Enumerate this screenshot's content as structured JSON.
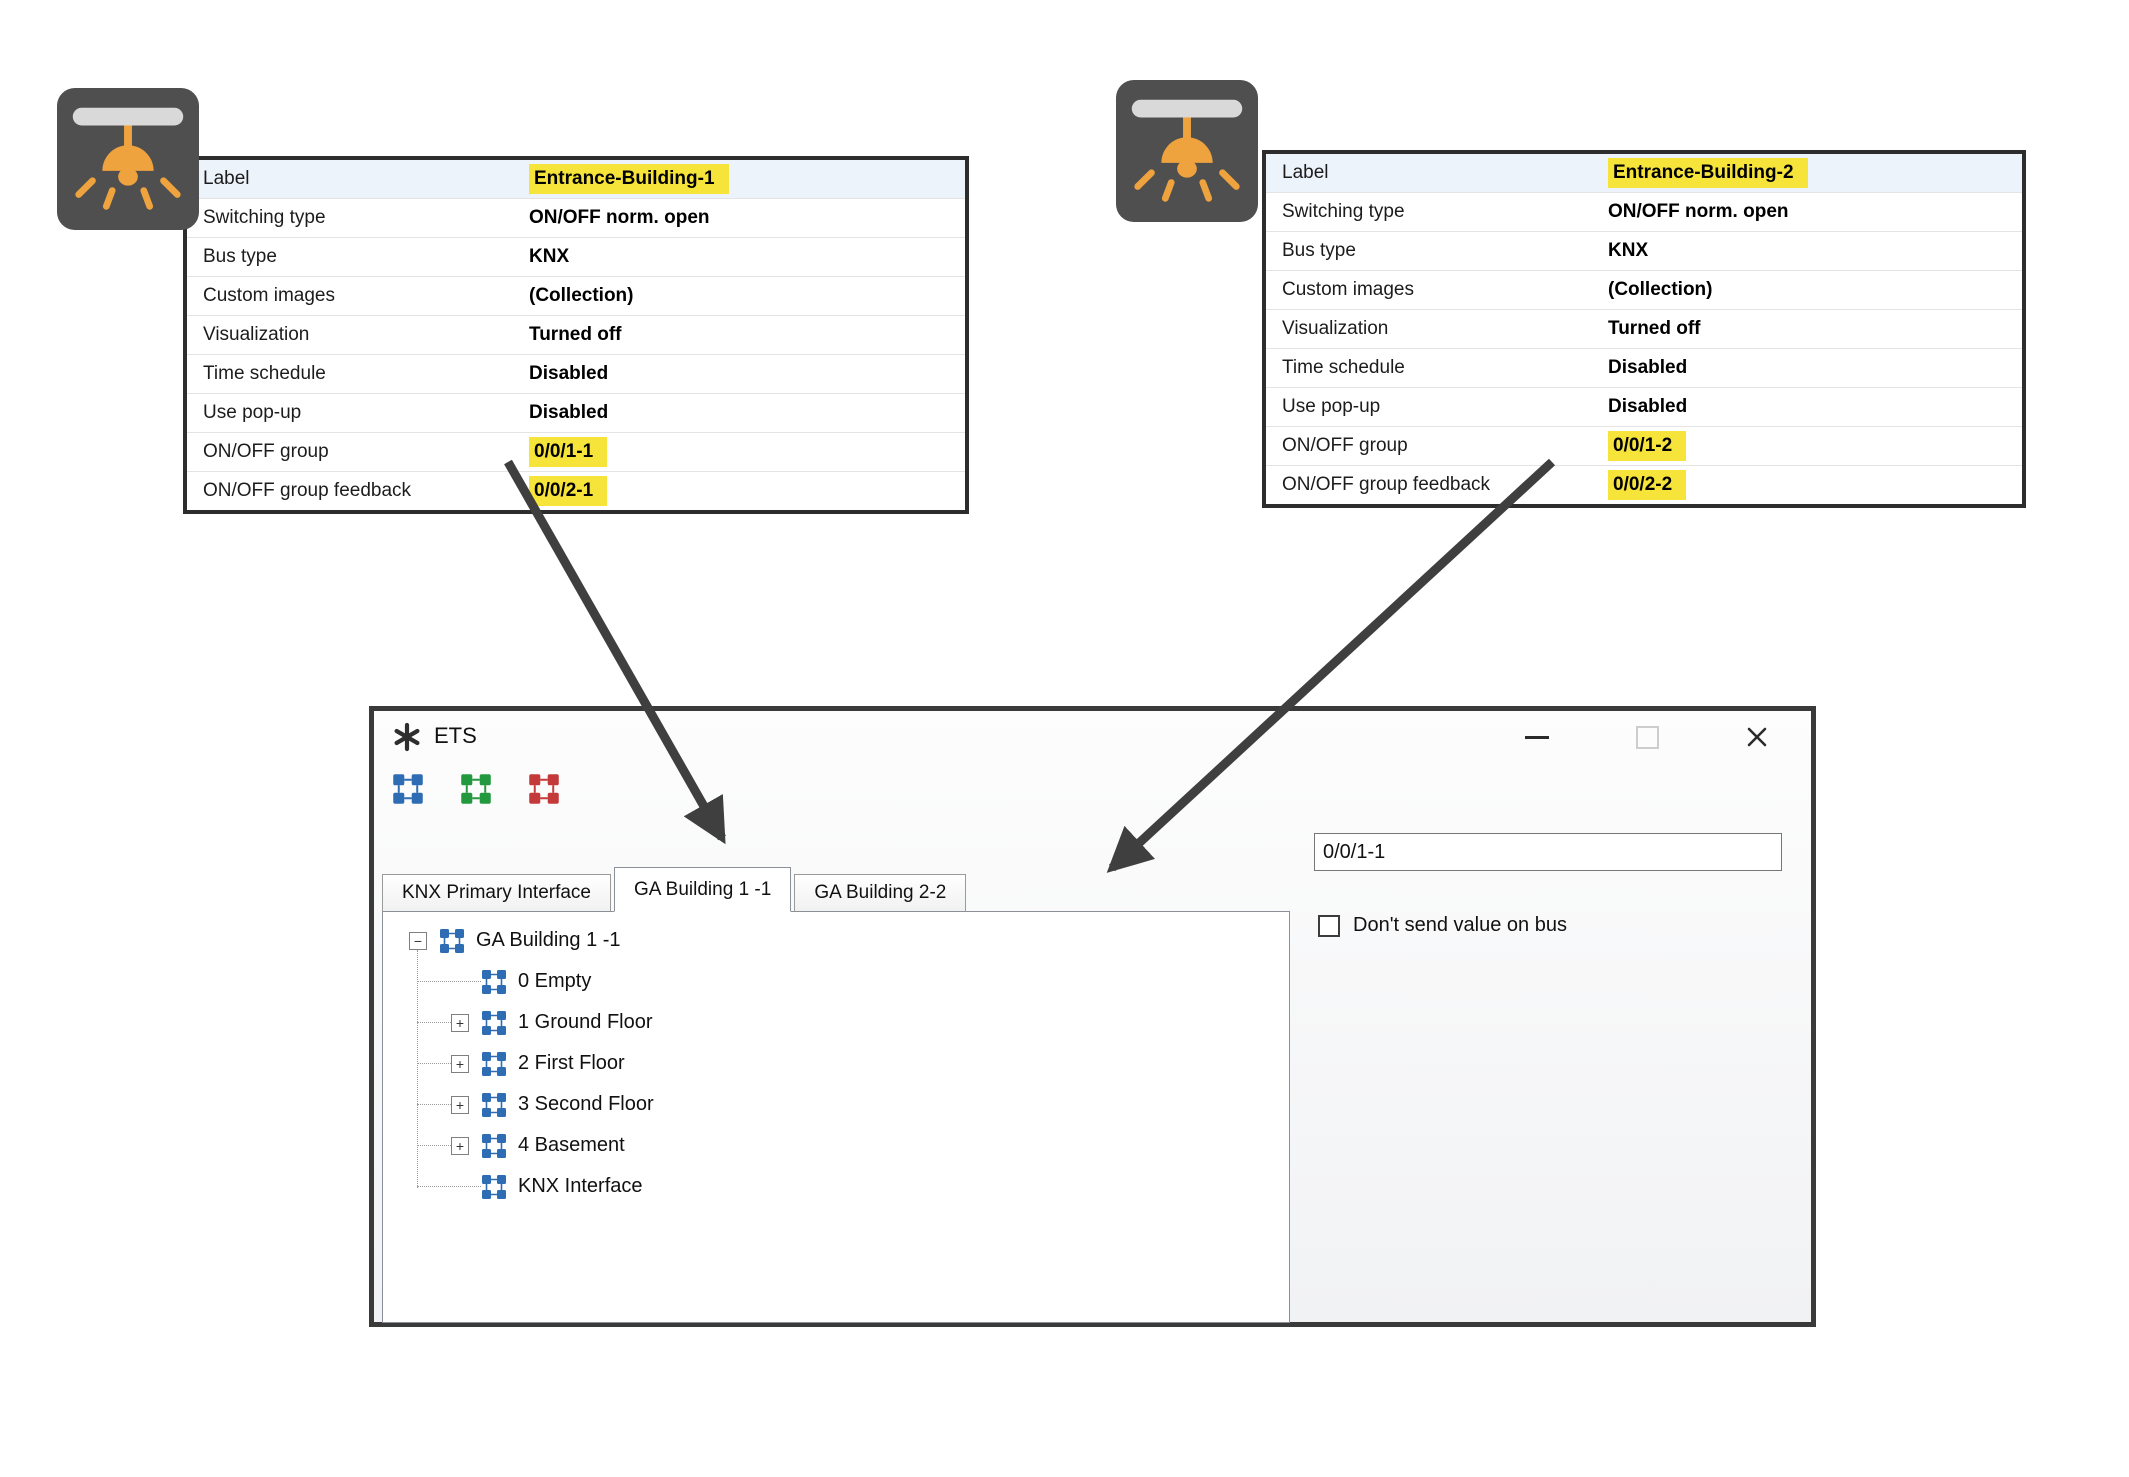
{
  "panel1": {
    "rows": [
      {
        "label": "Label",
        "value": "Entrance-Building-1"
      },
      {
        "label": "Switching type",
        "value": "ON/OFF norm. open"
      },
      {
        "label": "Bus type",
        "value": "KNX"
      },
      {
        "label": "Custom images",
        "value": "(Collection)"
      },
      {
        "label": "Visualization",
        "value": "Turned off"
      },
      {
        "label": "Time schedule",
        "value": "Disabled"
      },
      {
        "label": "Use pop-up",
        "value": "Disabled"
      },
      {
        "label": "ON/OFF group",
        "value": "0/0/1-1"
      },
      {
        "label": "ON/OFF group feedback",
        "value": "0/0/2-1"
      }
    ]
  },
  "panel2": {
    "rows": [
      {
        "label": "Label",
        "value": "Entrance-Building-2"
      },
      {
        "label": "Switching type",
        "value": "ON/OFF norm. open"
      },
      {
        "label": "Bus type",
        "value": "KNX"
      },
      {
        "label": "Custom images",
        "value": "(Collection)"
      },
      {
        "label": "Visualization",
        "value": "Turned off"
      },
      {
        "label": "Time schedule",
        "value": "Disabled"
      },
      {
        "label": "Use pop-up",
        "value": "Disabled"
      },
      {
        "label": "ON/OFF group",
        "value": "0/0/1-2"
      },
      {
        "label": "ON/OFF group feedback",
        "value": "0/0/2-2"
      }
    ]
  },
  "ets": {
    "window_title": "ETS",
    "toolbar": {
      "icons": [
        "group-addresses-blue",
        "group-addresses-green",
        "group-addresses-red"
      ]
    },
    "address_field": {
      "value": "0/0/1-1"
    },
    "checkbox": {
      "label": "Don't send value on bus",
      "checked": false
    },
    "tabs": [
      {
        "label": "KNX Primary Interface",
        "selected": false
      },
      {
        "label": "GA Building 1 -1",
        "selected": true
      },
      {
        "label": "GA Building 2-2",
        "selected": false
      }
    ],
    "tree": {
      "items": [
        {
          "label": "GA Building 1 -1",
          "toggle": "−",
          "level": 0
        },
        {
          "label": "0 Empty",
          "toggle": "",
          "level": 1
        },
        {
          "label": "1 Ground Floor",
          "toggle": "+",
          "level": 1
        },
        {
          "label": "2 First Floor",
          "toggle": "+",
          "level": 1
        },
        {
          "label": "3 Second Floor",
          "toggle": "+",
          "level": 1
        },
        {
          "label": "4 Basement",
          "toggle": "+",
          "level": 1
        },
        {
          "label": "KNX Interface",
          "toggle": "",
          "level": 1
        }
      ]
    }
  },
  "colors": {
    "highlight": "#f6e43a",
    "tree_icon_blue": "#2e6db4",
    "toolbar_green": "#23993f",
    "toolbar_red": "#c43a3a",
    "arrow": "#3f3f3f",
    "lamp_orange": "#efa33e",
    "lamp_background": "#4f4f4f"
  }
}
